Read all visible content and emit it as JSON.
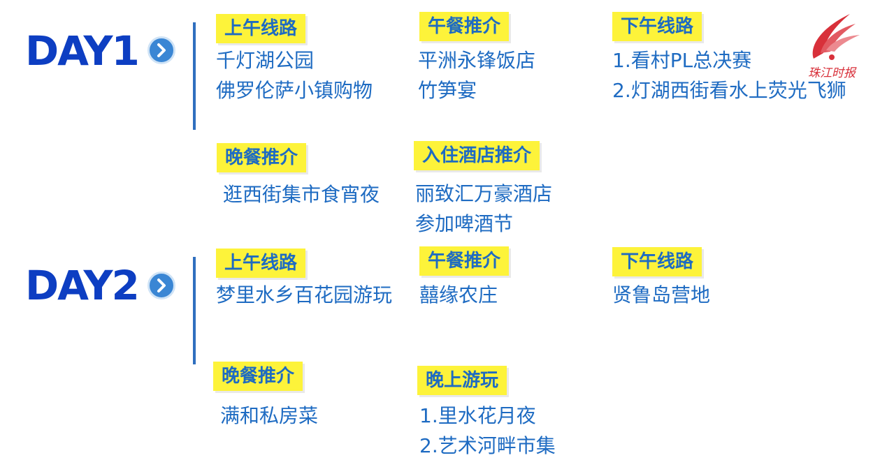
{
  "day1": {
    "title": "DAY1",
    "morning": {
      "tag": "上午线路",
      "items": [
        "千灯湖公园",
        "佛罗伦萨小镇购物"
      ]
    },
    "lunch": {
      "tag": "午餐推介",
      "items": [
        "平洲永锋饭店",
        "竹笋宴"
      ]
    },
    "afternoon": {
      "tag": "下午线路",
      "items": [
        "1.看村PL总决赛",
        "2.灯湖西街看水上荧光飞狮"
      ]
    },
    "dinner": {
      "tag": "晚餐推介",
      "items": [
        "逛西街集市食宵夜"
      ]
    },
    "hotel": {
      "tag": "入住酒店推介",
      "items": [
        "丽致汇万豪酒店",
        "参加啤酒节"
      ]
    }
  },
  "day2": {
    "title": "DAY2",
    "morning": {
      "tag": "上午线路",
      "items": [
        "梦里水乡百花园游玩"
      ]
    },
    "lunch": {
      "tag": "午餐推介",
      "items": [
        "囍缘农庄"
      ]
    },
    "afternoon": {
      "tag": "下午线路",
      "items": [
        "贤鲁岛营地"
      ]
    },
    "dinner": {
      "tag": "晚餐推介",
      "items": [
        "满和私房菜"
      ]
    },
    "evening": {
      "tag": "晚上游玩",
      "items": [
        "1.里水花月夜",
        "2.艺术河畔市集"
      ]
    }
  },
  "logo": {
    "text": "珠江时报"
  },
  "colors": {
    "day_title": "#0d3ec2",
    "text": "#1e6bc2",
    "tag_bg": "#fdf33a",
    "divider": "#2f6fbf",
    "chevron": "#3a86d4",
    "logo": "#d8303a"
  },
  "icons": [
    "chevron-right-icon",
    "logo-swoosh-icon"
  ]
}
